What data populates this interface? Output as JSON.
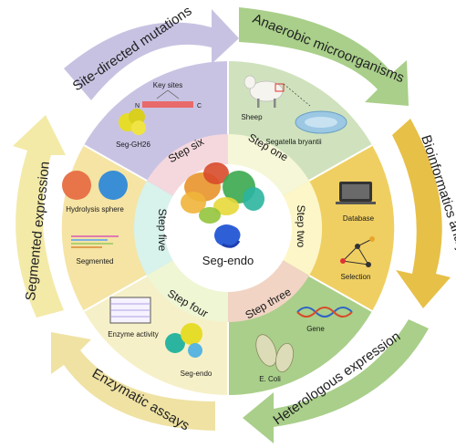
{
  "center": {
    "label": "Seg-endo"
  },
  "steps": [
    {
      "label": "Step one"
    },
    {
      "label": "Step two"
    },
    {
      "label": "Step three"
    },
    {
      "label": "Step four"
    },
    {
      "label": "Step five"
    },
    {
      "label": "Step six"
    }
  ],
  "arrows": [
    {
      "label": "Site-directed mutations"
    },
    {
      "label": "Anaerobic microorganisms"
    },
    {
      "label": "Bioinformatics analysis"
    },
    {
      "label": "Heterologous expression"
    },
    {
      "label": "Enzymatic assays"
    },
    {
      "label": "Segmented expression"
    }
  ],
  "items": {
    "key_sites": "Key sites",
    "n_term": "N",
    "c_term": "C",
    "seg_gh26": "Seg-GH26",
    "sheep": "Sheep",
    "segatella": "Segatella bryantii",
    "database": "Database",
    "selection": "Selection",
    "gene": "Gene",
    "ecoli": "E. Coli",
    "enzyme_activity": "Enzyme activity",
    "seg_endo_small": "Seg-endo",
    "hydrolysis": "Hydrolysis sphere",
    "segmented": "Segmented"
  },
  "colors": {
    "purple": "#b9b1d8",
    "green": "#a9cf8a",
    "gold": "#e7c048",
    "cream": "#efe2a3",
    "pink": "#efd0d0"
  }
}
